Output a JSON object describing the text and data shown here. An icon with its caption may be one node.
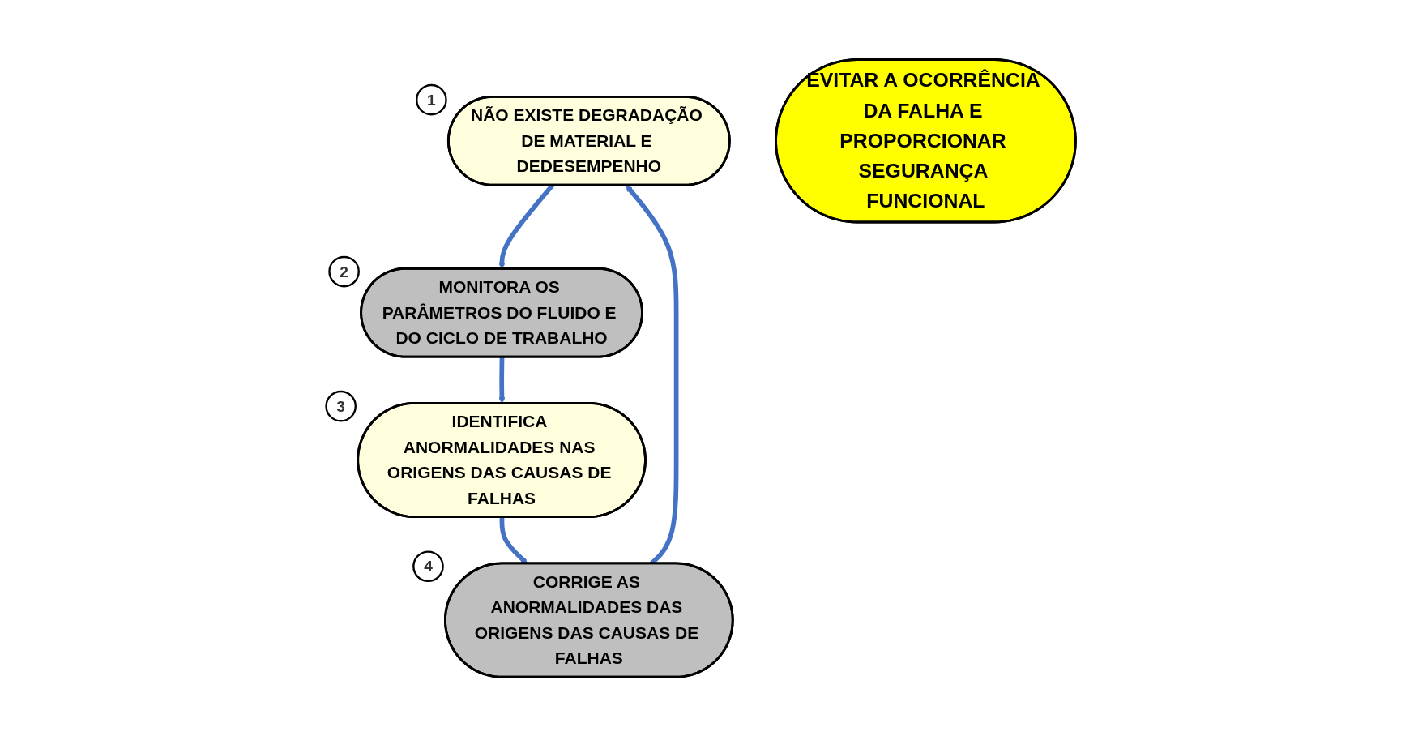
{
  "diagram": {
    "nodes": [
      {
        "text": [
          "NÃO EXISTE DEGRADAÇÃO DE MATERIAL E DEDESEMPENHO"
        ],
        "beside": [
          "1"
        ]
      },
      {
        "text": [
          "MONITORA OS PARÂMETROS DO FLUIDO E DO CICLO DE TRABALHO"
        ],
        "beside": [
          "2"
        ]
      },
      {
        "text": [
          "IDENTIFICA ANORMALIDADES NAS ORIGENS DAS CAUSAS DE FALHAS"
        ],
        "beside": [
          "3"
        ]
      },
      {
        "text": [
          "CORRIGE AS ANORMALIDADES DAS ORIGENS DAS CAUSAS DE FALHAS"
        ],
        "beside": [
          "4"
        ]
      },
      {
        "text": [
          "EVITAR A OCORRÊNCIA DA FALHA E PROPORCIONAR SEGURANÇA FUNCIONAL"
        ]
      }
    ],
    "edges": [
      {
        "from": 0,
        "to": 1,
        "arrow": "to"
      },
      {
        "from": 1,
        "to": 2,
        "arrow": "to"
      },
      {
        "from": 2,
        "to": 3,
        "arrow": "to"
      },
      {
        "from": 3,
        "to": 0,
        "arrow": "to"
      }
    ]
  }
}
